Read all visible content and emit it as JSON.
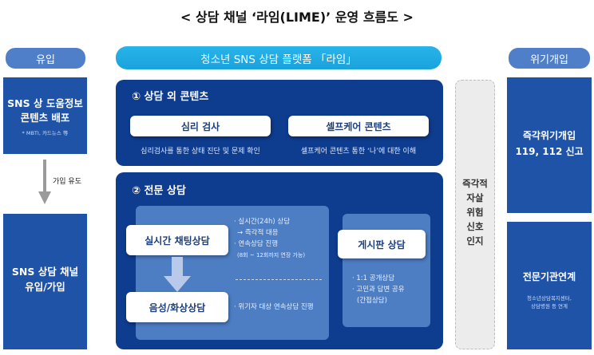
{
  "title": "< 상담 채널 ‘라임(LIME)’ 운영 흐름도 >",
  "left": {
    "header": "유입",
    "box1_line1": "SNS 상 도움정보",
    "box1_line2": "콘텐츠 배포",
    "box1_note": "* MBTI, 카드뉴스 等",
    "arrow_label": "가입 유도",
    "box2_line1": "SNS 상담 채널",
    "box2_line2": "유입/가입"
  },
  "center": {
    "header": "청소년 SNS 상담 플랫폼 「라임」",
    "section1": {
      "title": "① 상담 외 콘텐츠",
      "item1_label": "심리 검사",
      "item1_desc": "심리검사를 통한 상태 진단 및 문제 확인",
      "item2_label": "셀프케어 콘텐츠",
      "item2_desc": "셀프케어 콘텐츠 통한 ‘나’에 대한 이해"
    },
    "section2": {
      "title": "② 전문 상담",
      "realtime_label": "실시간 채팅상담",
      "voice_label": "음성/화상상담",
      "realtime_notes": [
        "· 실시간(24h) 상담",
        "→ 즉각적 대응",
        "· 연속상담 진행",
        "(8회 ~ 12회까지 연장 가능)"
      ],
      "voice_note": "· 위기자 대상 연속상담 진행",
      "board_label": "게시판 상담",
      "board_notes": [
        "· 1:1 공개상담",
        "· 고민과 답변 공유",
        "(간접상담)"
      ]
    }
  },
  "signal": {
    "lines": [
      "즉각적",
      "자살",
      "위험",
      "신호",
      "인지"
    ]
  },
  "right": {
    "header": "위기개입",
    "box1_line1": "즉각위기개입",
    "box1_line2": "119, 112 신고",
    "box2_line1": "전문기관연계",
    "box2_note1": "청소년상담복지센터,",
    "box2_note2": "상담병원 등 연계"
  },
  "colors": {
    "navy": "#0e3c8f",
    "blue": "#1f53a8",
    "cyan": "#1aa2dc",
    "pill": "#4f7fc9"
  }
}
